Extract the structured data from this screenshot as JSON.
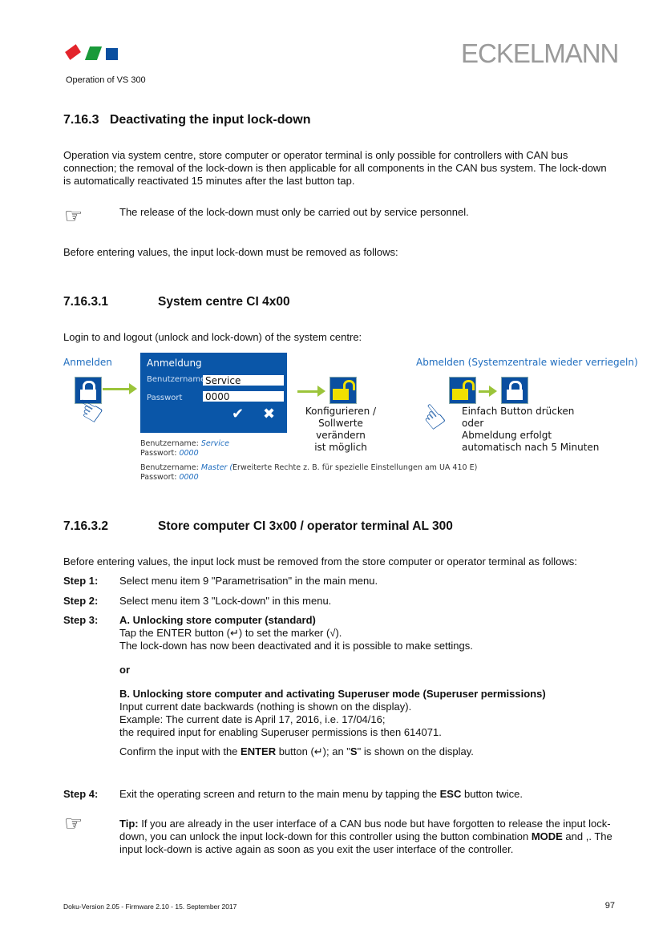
{
  "header": {
    "subtitle": "Operation of VS 300",
    "brand": "ECKELMANN",
    "logo_colors": [
      "#e3242b",
      "#1a9a3a",
      "#0a4fa0"
    ]
  },
  "section": {
    "number": "7.16.3",
    "title": "Deactivating the input lock-down",
    "intro": "Operation via system centre, store computer or operator terminal is only possible for controllers with CAN bus connection; the removal of the lock-down is then applicable for all components in the CAN bus system. The lock-down is automatically reactivated 15 minutes after the last button tap.",
    "note": "The release of the lock-down must only be carried out by service personnel.",
    "before": "Before entering values, the input lock-down must be removed as follows:"
  },
  "sub1": {
    "number": "7.16.3.1",
    "title": "System centre CI 4x00",
    "intro": "Login to and logout (unlock and lock-down) of the system centre:",
    "diagram": {
      "login_label": "Anmelden",
      "dialog_title": "Anmeldung",
      "user_label": "Benutzername",
      "user_value": "Service",
      "pass_label": "Passwort",
      "pass_value": "0000",
      "result": [
        "Konfigurieren /",
        "Sollwerte verändern",
        "ist möglich"
      ],
      "logout_label": "Abmelden (Systemzentrale wieder verriegeln)",
      "logout_text": [
        "Einfach Button drücken",
        "oder",
        "Abmeldung erfolgt",
        "automatisch nach 5 Minuten"
      ],
      "cred1_user_label": "Benutzername: ",
      "cred1_user": "Service",
      "cred1_pass_label": "Passwort: ",
      "cred1_pass": "0000",
      "cred2_user_label": "Benutzername: ",
      "cred2_user": "Master (",
      "cred2_note": "Erweiterte Rechte z. B. für spezielle Einstellungen am UA 410 E)",
      "cred2_pass_label": "Passwort: ",
      "cred2_pass": "0000"
    }
  },
  "sub2": {
    "number": "7.16.3.2",
    "title": "Store computer CI 3x00 / operator terminal AL 300",
    "intro": "Before entering values, the input lock must be removed from the store computer or operator terminal as follows:",
    "steps": [
      {
        "label": "Step 1:",
        "text": "Select menu item 9 \"Parametrisation\" in the main menu."
      },
      {
        "label": "Step 2:",
        "text": "Select menu item 3 \"Lock-down\" in this menu."
      },
      {
        "label": "Step 3:",
        "a_title": "A. Unlocking store computer (standard)",
        "a_l1": "Tap the ENTER button (↵) to set the marker (√).",
        "a_l2": "The lock-down has now been deactivated and it is possible to make settings.",
        "or": "or",
        "b_title": "B. Unlocking store computer and activating Superuser mode (Superuser permissions)",
        "b_l1": "Input current date backwards (nothing is shown on the display).",
        "b_l2": "Example: The current date is April 17, 2016, i.e. 17/04/16;",
        "b_l3": "the required input for enabling Superuser permissions is then 614071.",
        "c_pre": "Confirm the input with the ",
        "c_enter": "ENTER",
        "c_mid": " button (↵); an \"",
        "c_s": "S",
        "c_post": "\" is shown on the display."
      },
      {
        "label": "Step 4:",
        "pre": "Exit the operating screen and return to the main menu by tapping the ",
        "esc": "ESC",
        "post": " button twice."
      }
    ],
    "tip_label": "Tip:",
    "tip_1": " If you are already in the user interface of a CAN bus node but have forgotten to release the input lock-down, you can unlock the input lock-down for this controller using the button combination ",
    "tip_mode": "MODE",
    "tip_2": " and ,. The input lock-down is active again as soon as you exit the user interface of the controller."
  },
  "footer": {
    "version": "Doku-Version 2.05 - Firmware 2.10 - 15. September 2017",
    "page": "97"
  }
}
